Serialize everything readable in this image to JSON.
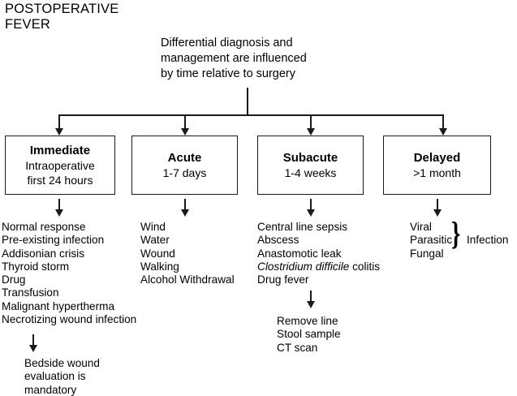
{
  "chart_data": {
    "type": "diagram",
    "title": "POSTOPERATIVE FEVER",
    "root_statement": "Differential diagnosis and management are influenced by time relative to surgery",
    "branches": [
      {
        "stage": "Immediate",
        "timeframe": "Intraoperative\nfirst 24 hours",
        "causes": [
          "Normal response",
          "Pre-existing infection",
          "Addisonian crisis",
          "Thyroid storm",
          "Drug",
          "Transfusion",
          "Malignant hypertherma",
          "Necrotizing wound infection"
        ],
        "actions": [
          "Bedside wound",
          "evaluation is",
          "mandatory"
        ]
      },
      {
        "stage": "Acute",
        "timeframe": "1-7 days",
        "causes": [
          "Wind",
          "Water",
          "Wound",
          "Walking",
          "Alcohol Withdrawal"
        ],
        "actions": []
      },
      {
        "stage": "Subacute",
        "timeframe": "1-4 weeks",
        "causes": [
          "Central line sepsis",
          "Abscess",
          "Anastomotic leak",
          "Clostridium difficile colitis",
          "Drug fever"
        ],
        "actions": [
          "Remove line",
          "Stool sample",
          "CT scan"
        ]
      },
      {
        "stage": "Delayed",
        "timeframe": ">1 month",
        "causes": [
          "Viral",
          "Parasitic",
          "Fungal"
        ],
        "group_label": "Infection",
        "actions": []
      }
    ]
  },
  "title": "POSTOPERATIVE\nFEVER",
  "root": {
    "text": "Differential diagnosis and\nmanagement are influenced\nby time relative to surgery"
  },
  "boxes": [
    {
      "stage": "Immediate",
      "timeframe": "Intraoperative\nfirst 24 hours"
    },
    {
      "stage": "Acute",
      "timeframe": "1-7 days"
    },
    {
      "stage": "Subacute",
      "timeframe": "1-4 weeks"
    },
    {
      "stage": "Delayed",
      "timeframe": ">1 month"
    }
  ],
  "columns": {
    "immediate": {
      "causes": [
        "Normal response",
        "Pre-existing infection",
        "Addisonian crisis",
        "Thyroid storm",
        "Drug",
        "Transfusion",
        "Malignant hypertherma",
        "Necrotizing wound infection"
      ],
      "actions": [
        "Bedside wound",
        "evaluation is",
        "mandatory"
      ]
    },
    "acute": {
      "causes": [
        "Wind",
        "Water",
        "Wound",
        "Walking",
        "Alcohol Withdrawal"
      ]
    },
    "subacute": {
      "causes_parts": [
        {
          "plain": "Central line sepsis",
          "italic": ""
        },
        {
          "plain": "Abscess",
          "italic": ""
        },
        {
          "plain": "Anastomotic leak",
          "italic": ""
        },
        {
          "plain": " colitis",
          "italic": "Clostridium difficile"
        },
        {
          "plain": "Drug fever",
          "italic": ""
        }
      ],
      "causes": [
        "Central line sepsis",
        "Abscess",
        "Anastomotic leak",
        "Clostridium difficile colitis",
        "Drug fever"
      ],
      "actions": [
        "Remove line",
        "Stool sample",
        "CT scan"
      ]
    },
    "delayed": {
      "causes": [
        "Viral",
        "Parasitic",
        "Fungal"
      ],
      "brace": "}",
      "group_label": "Infection"
    }
  },
  "colors": {
    "line": "#1a1a1a",
    "text": "#000000",
    "background": "#ffffff"
  }
}
